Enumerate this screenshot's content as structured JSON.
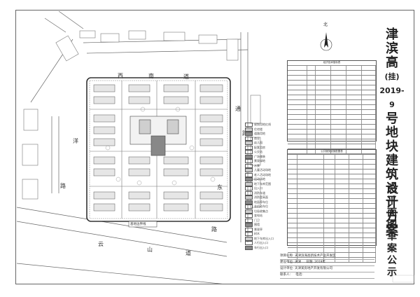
{
  "title_chars": [
    "津",
    "滨",
    "高",
    "(挂)",
    "2019-9",
    "号",
    "地",
    "块",
    "建",
    "筑",
    "设",
    "计",
    "方",
    "案"
  ],
  "subtitle_chars": [
    "总",
    "平",
    "面",
    "图",
    "草",
    "案",
    "公",
    "示"
  ],
  "north_label": "北",
  "roads": {
    "top": [
      "西",
      "南",
      "道"
    ],
    "left": [
      "洋",
      "路"
    ],
    "right": [
      "通",
      "路",
      "东"
    ],
    "bottom": [
      "云",
      "山",
      "道"
    ],
    "right_bottom": "路"
  },
  "site_label": "基地边界线",
  "legend_items": [
    "规划用地红线",
    "住宅楼",
    "道路用地",
    "商业",
    "幼儿园",
    "配套用房",
    "公交站",
    "广场铺装",
    "景观绿地",
    "水景",
    "儿童活动场地",
    "老人活动场地",
    "运动场地",
    "地下车库范围",
    "出入口",
    "消防车道",
    "消防登高面",
    "地面停车位",
    "非机动车位",
    "垃圾收集点",
    "变电站",
    "门卫",
    "围墙",
    "景观亭",
    "树木",
    "地下车库出入口",
    "人行出入口",
    "车行出入口"
  ],
  "table1_title": "经济技术指标表",
  "table2_title": "公共服务设施配置表",
  "footer": {
    "row1_label": "项目名称:",
    "row1_value": "天津滨海高新技术产业开发区",
    "row2_label": "建设单位:",
    "row2_value": "天津",
    "row2_date_label": "日期:",
    "row2_date": "2019年",
    "row3_label": "设计单位:",
    "row3_value": "天津某房地产开发有限公司",
    "row4_label": "联系人:",
    "row4_value": "",
    "row4_tel_label": "电话:",
    "row4_tel": ""
  },
  "colors": {
    "line": "#555555",
    "building": "#999999",
    "dark": "#333333"
  }
}
